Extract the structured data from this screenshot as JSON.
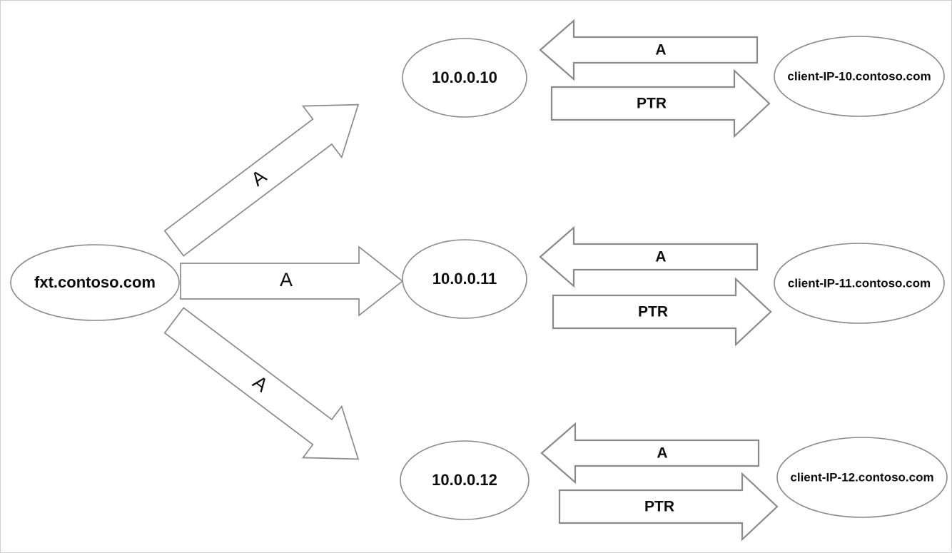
{
  "diagram": {
    "type": "dns-record-relationship-diagram",
    "background_color": "#ffffff",
    "border_color": "#cfcfcf",
    "shape_stroke_color": "#8a8a8a",
    "text_color": "#0d0d0d",
    "source_node": {
      "id": "fxt",
      "label": "fxt.contoso.com"
    },
    "ip_nodes": [
      {
        "id": "ip-10",
        "label": "10.0.0.10"
      },
      {
        "id": "ip-11",
        "label": "10.0.0.11"
      },
      {
        "id": "ip-12",
        "label": "10.0.0.12"
      }
    ],
    "client_nodes": [
      {
        "id": "client-10",
        "label": "client-IP-10.contoso.com"
      },
      {
        "id": "client-11",
        "label": "client-IP-11.contoso.com"
      },
      {
        "id": "client-12",
        "label": "client-IP-12.contoso.com"
      }
    ],
    "source_to_ip_arrows": [
      {
        "id": "fxt-to-ip-10",
        "label": "A",
        "direction": "up-right",
        "from": "fxt.contoso.com",
        "to": "10.0.0.10"
      },
      {
        "id": "fxt-to-ip-11",
        "label": "A",
        "direction": "right",
        "from": "fxt.contoso.com",
        "to": "10.0.0.11"
      },
      {
        "id": "fxt-to-ip-12",
        "label": "A",
        "direction": "down-right",
        "from": "fxt.contoso.com",
        "to": "10.0.0.12"
      }
    ],
    "ip_to_client_arrows": [
      {
        "id": "a-record-10",
        "label": "A",
        "direction": "left",
        "from": "client-IP-10.contoso.com",
        "to": "10.0.0.10"
      },
      {
        "id": "ptr-record-10",
        "label": "PTR",
        "direction": "right",
        "from": "10.0.0.10",
        "to": "client-IP-10.contoso.com"
      },
      {
        "id": "a-record-11",
        "label": "A",
        "direction": "left",
        "from": "client-IP-11.contoso.com",
        "to": "10.0.0.11"
      },
      {
        "id": "ptr-record-11",
        "label": "PTR",
        "direction": "right",
        "from": "10.0.0.11",
        "to": "client-IP-11.contoso.com"
      },
      {
        "id": "a-record-12",
        "label": "A",
        "direction": "left",
        "from": "client-IP-12.contoso.com",
        "to": "10.0.0.12"
      },
      {
        "id": "ptr-record-12",
        "label": "PTR",
        "direction": "right",
        "from": "10.0.0.12",
        "to": "client-IP-12.contoso.com"
      }
    ]
  }
}
